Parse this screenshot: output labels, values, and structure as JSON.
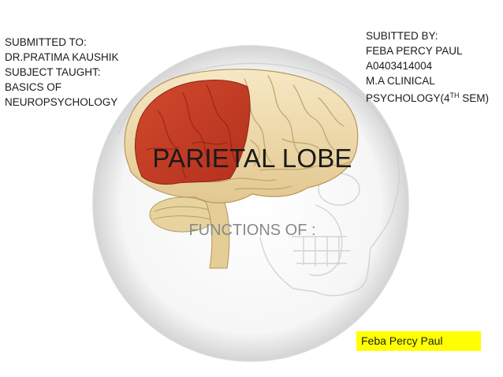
{
  "slide": {
    "submitted_to": {
      "heading": "SUBMITTED TO:",
      "name": "DR.PRATIMA KAUSHIK",
      "subject_label": "SUBJECT TAUGHT:",
      "subject_line1": "BASICS OF",
      "subject_line2": "NEUROPSYCHOLOGY"
    },
    "submitted_by": {
      "heading": "SUBITTED BY:",
      "name": "FEBA PERCY PAUL",
      "roll_no": "A0403414004",
      "course_prefix": "M.A CLINICAL",
      "course_main": "PSYCHOLOGY(4",
      "course_sup": "TH",
      "course_suffix": " SEM)"
    },
    "title": "PARIETAL LOBE",
    "subtitle": "FUNCTIONS OF :",
    "footer": "Feba Percy Paul",
    "colors": {
      "footer_badge": "#ffff00",
      "parietal_highlight": "#c23a22",
      "brain": "#ecd9a8"
    }
  }
}
